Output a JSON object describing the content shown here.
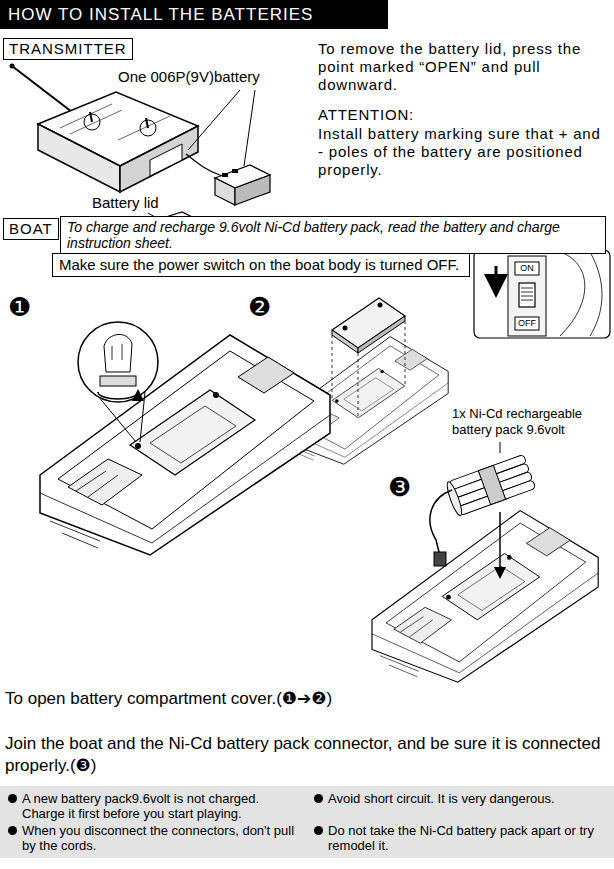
{
  "diagram": {
    "title": "HOW TO INSTALL THE BATTERIES",
    "nodes": [
      {
        "text": [
          "TRANSMITTER"
        ]
      },
      {
        "text": [
          "BOAT"
        ]
      },
      {
        "text": [
          "To charge and recharge 9.6volt Ni-Cd battery pack, read the battery and charge instruction sheet."
        ]
      },
      {
        "text": [
          "Make sure the power switch on the boat body is turned OFF."
        ]
      },
      {
        "text": [
          "A new battery pack9.6volt is not charged. Charge it first before you start playing.",
          "When you disconnect the connectors, don't pull by the cords.",
          "Avoid short circuit. It is very dangerous.",
          "Do not take the Ni-Cd battery pack apart or try remodel it."
        ]
      }
    ],
    "labels": [
      "One 006P(9V)battery",
      "Battery lid",
      "To remove the battery lid, press the point marked “OPEN” and pull downward.",
      "ATTENTION:",
      "Install battery marking sure that + and - poles of the battery are positioned properly.",
      "ON",
      "OFF",
      "❶",
      "❷",
      "1x Ni-Cd rechargeable battery pack 9.6volt",
      "❸",
      "To open battery compartment cover.(❶➔❷)",
      "Join the boat and the Ni-Cd battery pack connector, and be sure it is connected properly.(❸)"
    ]
  }
}
